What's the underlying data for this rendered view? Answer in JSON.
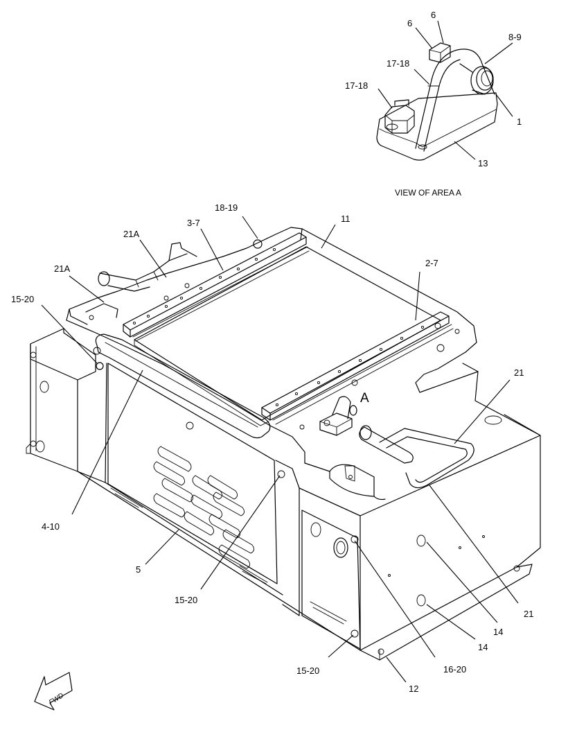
{
  "view_caption": "VIEW OF AREA  A",
  "area_marker": "A",
  "fwd_label": "FWD",
  "callouts": {
    "c6_left": "6",
    "c6_right": "6",
    "c8_9": "8-9",
    "c17_18_upper": "17-18",
    "c17_18_lower": "17-18",
    "c1": "1",
    "c13": "13",
    "c18_19": "18-19",
    "c3_7": "3-7",
    "c11": "11",
    "c21A_upper": "21A",
    "c21A_lower": "21A",
    "c15_20_topleft": "15-20",
    "c2_7": "2-7",
    "c21_upper": "21",
    "c4_10": "4-10",
    "c5": "5",
    "c15_20_mid": "15-20",
    "c21_lower": "21",
    "c14_upper": "14",
    "c14_lower": "14",
    "c15_20_bottom": "15-20",
    "c16_20": "16-20",
    "c12": "12"
  }
}
